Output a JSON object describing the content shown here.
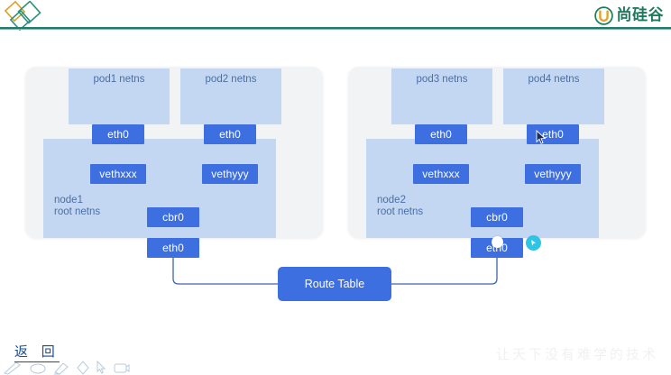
{
  "header": {
    "brand_text": "尚硅谷",
    "left_logo_icon": "diamond-logo-icon",
    "right_logo_icon": "u-mark-icon",
    "rule_color": "#1f7a69"
  },
  "diagram": {
    "title": "kubernetes pod network across nodes",
    "accent_box_color": "#3d6fe0",
    "region_color": "#c3d7f2",
    "card_color": "#f2f3f5",
    "link_color": "#3f63a8",
    "nodes": [
      {
        "id": "node1",
        "root_label_line1": "node1",
        "root_label_line2": "root netns",
        "pods": [
          {
            "label": "pod1 netns",
            "iface": "eth0"
          },
          {
            "label": "pod2 netns",
            "iface": "eth0"
          }
        ],
        "veths": [
          "vethxxx",
          "vethyyy"
        ],
        "bridge": "cbr0",
        "root_iface": "eth0"
      },
      {
        "id": "node2",
        "root_label_line1": "node2",
        "root_label_line2": "root netns",
        "pods": [
          {
            "label": "pod3 netns",
            "iface": "eth0"
          },
          {
            "label": "pod4 netns",
            "iface": "eth0"
          }
        ],
        "veths": [
          "vethxxx",
          "vethyyy"
        ],
        "bridge": "cbr0",
        "root_iface": "eth0"
      }
    ],
    "route_table_label": "Route Table",
    "markers": {
      "dot_icon": "white-dot-marker-icon",
      "badge_icon": "cyan-pointer-badge-icon",
      "badge_color": "#2ec4e6"
    },
    "cursor_icon": "mouse-cursor-icon"
  },
  "footer": {
    "back_label": "返 回",
    "watermark": "让天下没有难学的技术",
    "tools": [
      "pen-icon",
      "eraser-icon",
      "highlighter-icon",
      "shape-icon",
      "pointer-icon",
      "screenshot-icon"
    ]
  }
}
